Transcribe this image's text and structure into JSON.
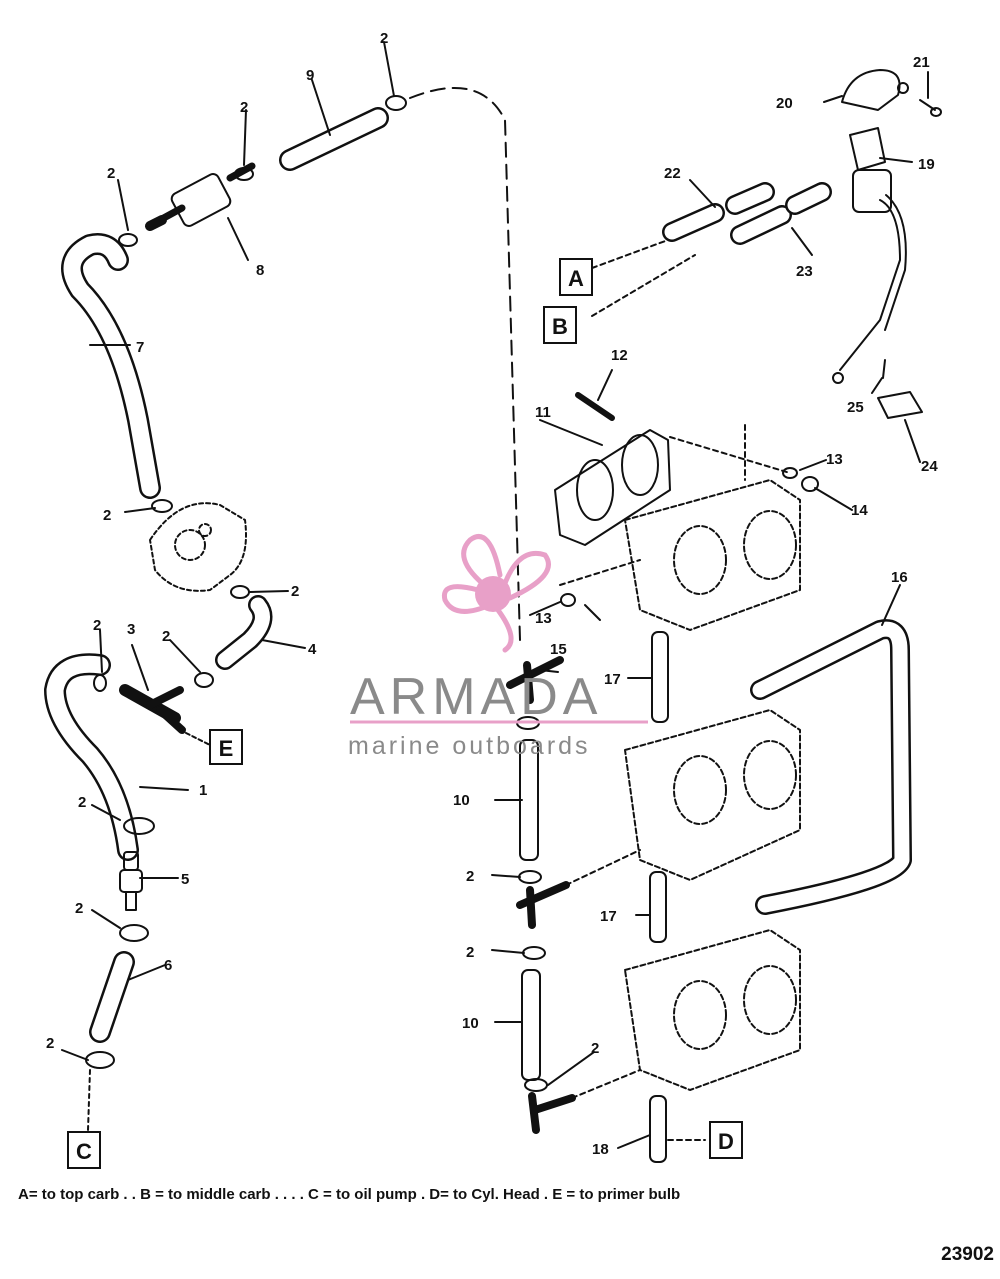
{
  "callouts": {
    "c1": "1",
    "c2": "2",
    "c3": "3",
    "c4": "4",
    "c5": "5",
    "c6": "6",
    "c7": "7",
    "c8": "8",
    "c9": "9",
    "c10": "10",
    "c11": "11",
    "c12": "12",
    "c13": "13",
    "c14": "14",
    "c15": "15",
    "c16": "16",
    "c17": "17",
    "c18": "18",
    "c19": "19",
    "c20": "20",
    "c21": "21",
    "c22": "22",
    "c23": "23",
    "c24": "24",
    "c25": "25"
  },
  "connectors": {
    "A": "A",
    "B": "B",
    "C": "C",
    "D": "D",
    "E": "E"
  },
  "legend": "A= to top carb  . . B = to middle carb  . . . . C = to oil pump  .  D= to Cyl. Head  . E = to primer bulb",
  "diagram_number": "23902",
  "watermark": {
    "brand": "ARMADA",
    "tagline": "marine outboards"
  },
  "colors": {
    "line": "#111111",
    "watermark_pink": "#e8a0c8",
    "watermark_gray": "#8a8a8a"
  }
}
